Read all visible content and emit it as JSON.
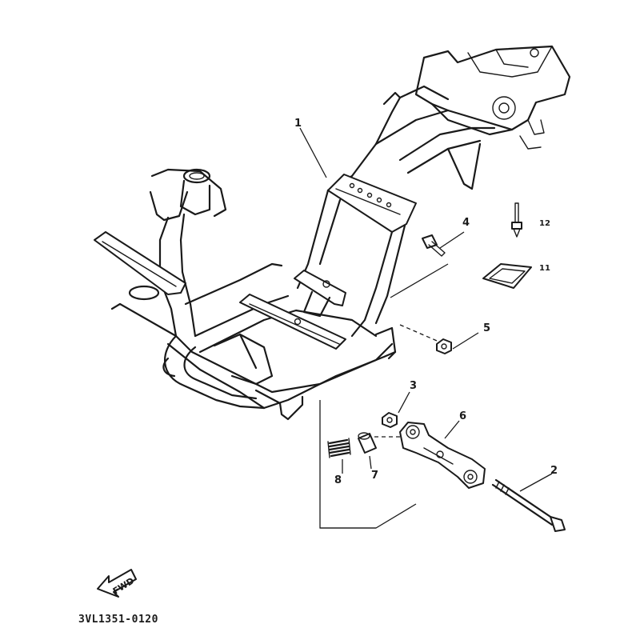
{
  "diagram": {
    "part_code": "3VL1351-0120",
    "direction_label": "FWD",
    "parts": [
      {
        "id": "frame",
        "number": "1"
      },
      {
        "id": "bolt-long",
        "number": "2"
      },
      {
        "id": "nut-small",
        "number": "3"
      },
      {
        "id": "bolt-short",
        "number": "4"
      },
      {
        "id": "nut",
        "number": "5"
      },
      {
        "id": "bracket",
        "number": "6"
      },
      {
        "id": "collar",
        "number": "7"
      },
      {
        "id": "spring",
        "number": "8"
      },
      {
        "id": "plate",
        "number": "11"
      },
      {
        "id": "pin",
        "number": "12"
      }
    ]
  }
}
